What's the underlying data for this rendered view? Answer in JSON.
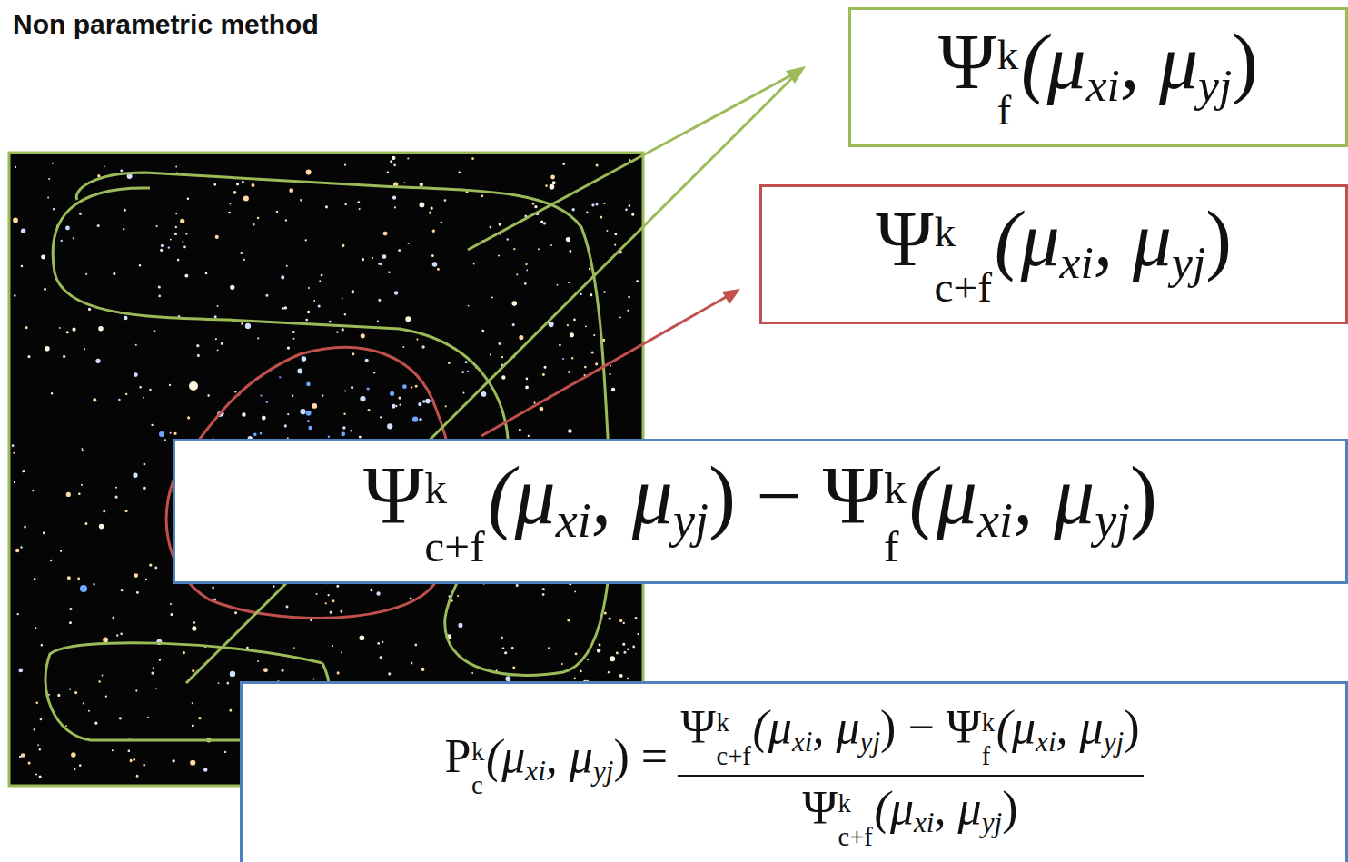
{
  "diagram": {
    "title": "Non parametric method",
    "nodes": [
      {
        "text": [
          "Ψ",
          "k",
          "f",
          "(μ",
          "xi",
          ", μ",
          "yj",
          ")"
        ]
      },
      {
        "text": [
          "Ψ",
          "k",
          "c+f",
          "(μ",
          "xi",
          ", μ",
          "yj",
          ")"
        ]
      },
      {
        "text": [
          "Ψ",
          "k",
          "c+f",
          "(μ",
          "xi",
          ", μ",
          "yj",
          ") − Ψ",
          "k",
          "f",
          "(μ",
          "xi",
          ", μ",
          "yj",
          ")"
        ]
      },
      {
        "text": [
          "P",
          "k",
          "c",
          "(μ",
          "xi",
          ", μ",
          "yj",
          ") =",
          "Ψ",
          "k",
          "c+f",
          "(μ",
          "xi",
          ", μ",
          "yj",
          ") − Ψ",
          "k",
          "f",
          "(μ",
          "xi",
          ", μ",
          "yj",
          ")",
          "Ψ",
          "k",
          "c+f",
          "(μ",
          "xi",
          ", μ",
          "yj",
          ")"
        ]
      }
    ]
  }
}
